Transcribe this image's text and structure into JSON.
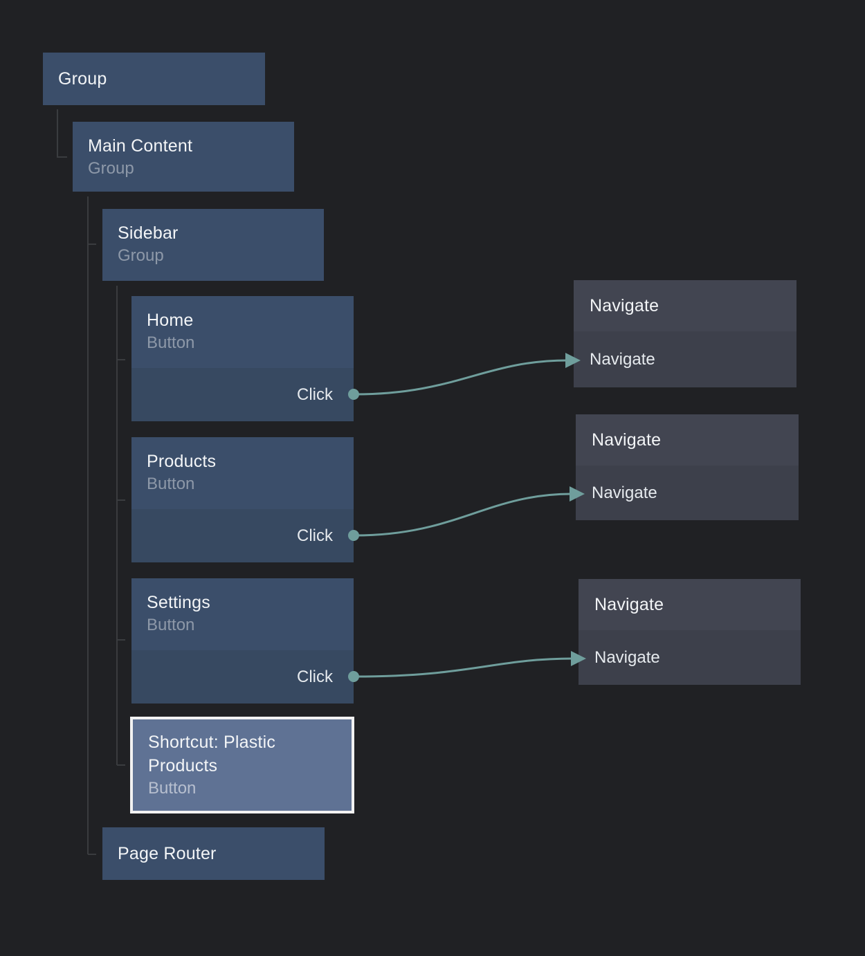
{
  "colors": {
    "background": "#202124",
    "node_fill": "#3b4e6a",
    "node_port_row_fill": "#374961",
    "selected_node_fill": "#5f7294",
    "selection_border": "#f2f2f2",
    "action_header_fill": "#424551",
    "action_body_fill": "#3d404b",
    "wire_accent": "#6f9e9c",
    "tree_line": "#3a3c3f"
  },
  "nodes": {
    "group": {
      "title": "Group"
    },
    "main_content": {
      "title": "Main Content",
      "type": "Group"
    },
    "sidebar": {
      "title": "Sidebar",
      "type": "Group"
    },
    "home": {
      "title": "Home",
      "type": "Button",
      "event": "Click"
    },
    "products": {
      "title": "Products",
      "type": "Button",
      "event": "Click"
    },
    "settings": {
      "title": "Settings",
      "type": "Button",
      "event": "Click"
    },
    "shortcut": {
      "title": "Shortcut: Plastic Products",
      "type": "Button"
    },
    "page_router": {
      "title": "Page Router"
    }
  },
  "actions": {
    "nav_home": {
      "title": "Navigate",
      "input": "Navigate"
    },
    "nav_products": {
      "title": "Navigate",
      "input": "Navigate"
    },
    "nav_settings": {
      "title": "Navigate",
      "input": "Navigate"
    }
  }
}
